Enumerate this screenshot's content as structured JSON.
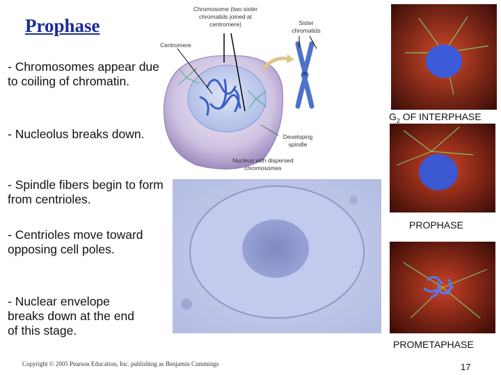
{
  "slide": {
    "title": "Prophase",
    "labels": {
      "chromosome": "Chromosome (two sister chromatids joined at centromere)",
      "sister_chromatids": "Sister chromatids",
      "centromere": "Centromere",
      "developing_spindle": "Developing spindle",
      "nucleus": "Nucleus with dispersed chromosomes"
    },
    "bullets": [
      "- Chromosomes appear due to coiling of chromatin.",
      "- Nucleolus breaks down.",
      "- Spindle fibers begin to form from centrioles.",
      "- Centrioles move toward opposing cell poles.",
      "- Nuclear envelope breaks down at the end of this stage."
    ],
    "micrographs": {
      "g2_label_prefix": "G",
      "g2_label_sub": "2",
      "g2_label_suffix": " OF INTERPHASE",
      "prophase_label": "PROPHASE",
      "prometaphase_label": "PROMETAPHASE"
    },
    "copyright": "Copyright © 2005 Pearson Education, Inc. publishing as Benjamin Cummings",
    "page_number": "17"
  }
}
